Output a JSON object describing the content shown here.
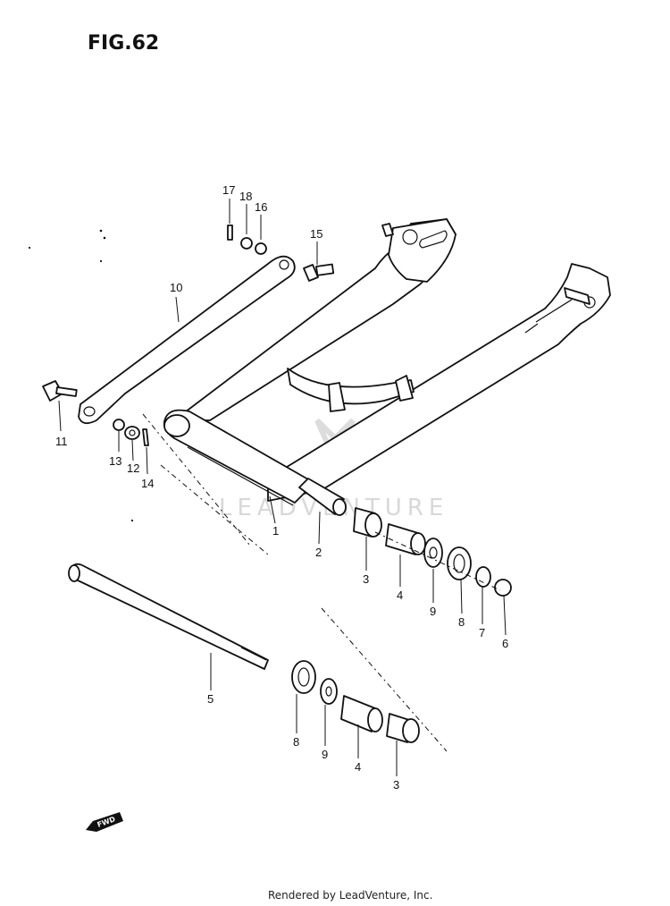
{
  "figure": {
    "title": "FIG.62"
  },
  "watermark": {
    "text": "LEADVENTURE"
  },
  "fwd_marker": {
    "text": "FWD"
  },
  "callouts": {
    "p1": "1",
    "p2": "2",
    "p3a": "3",
    "p3b": "3",
    "p4a": "4",
    "p4b": "4",
    "p5": "5",
    "p6": "6",
    "p7": "7",
    "p8a": "8",
    "p8b": "8",
    "p9a": "9",
    "p9b": "9",
    "p10": "10",
    "p11": "11",
    "p12": "12",
    "p13": "13",
    "p14": "14",
    "p15": "15",
    "p16": "16",
    "p17": "17",
    "p18": "18"
  },
  "footer": {
    "text": "Rendered by LeadVenture, Inc."
  }
}
